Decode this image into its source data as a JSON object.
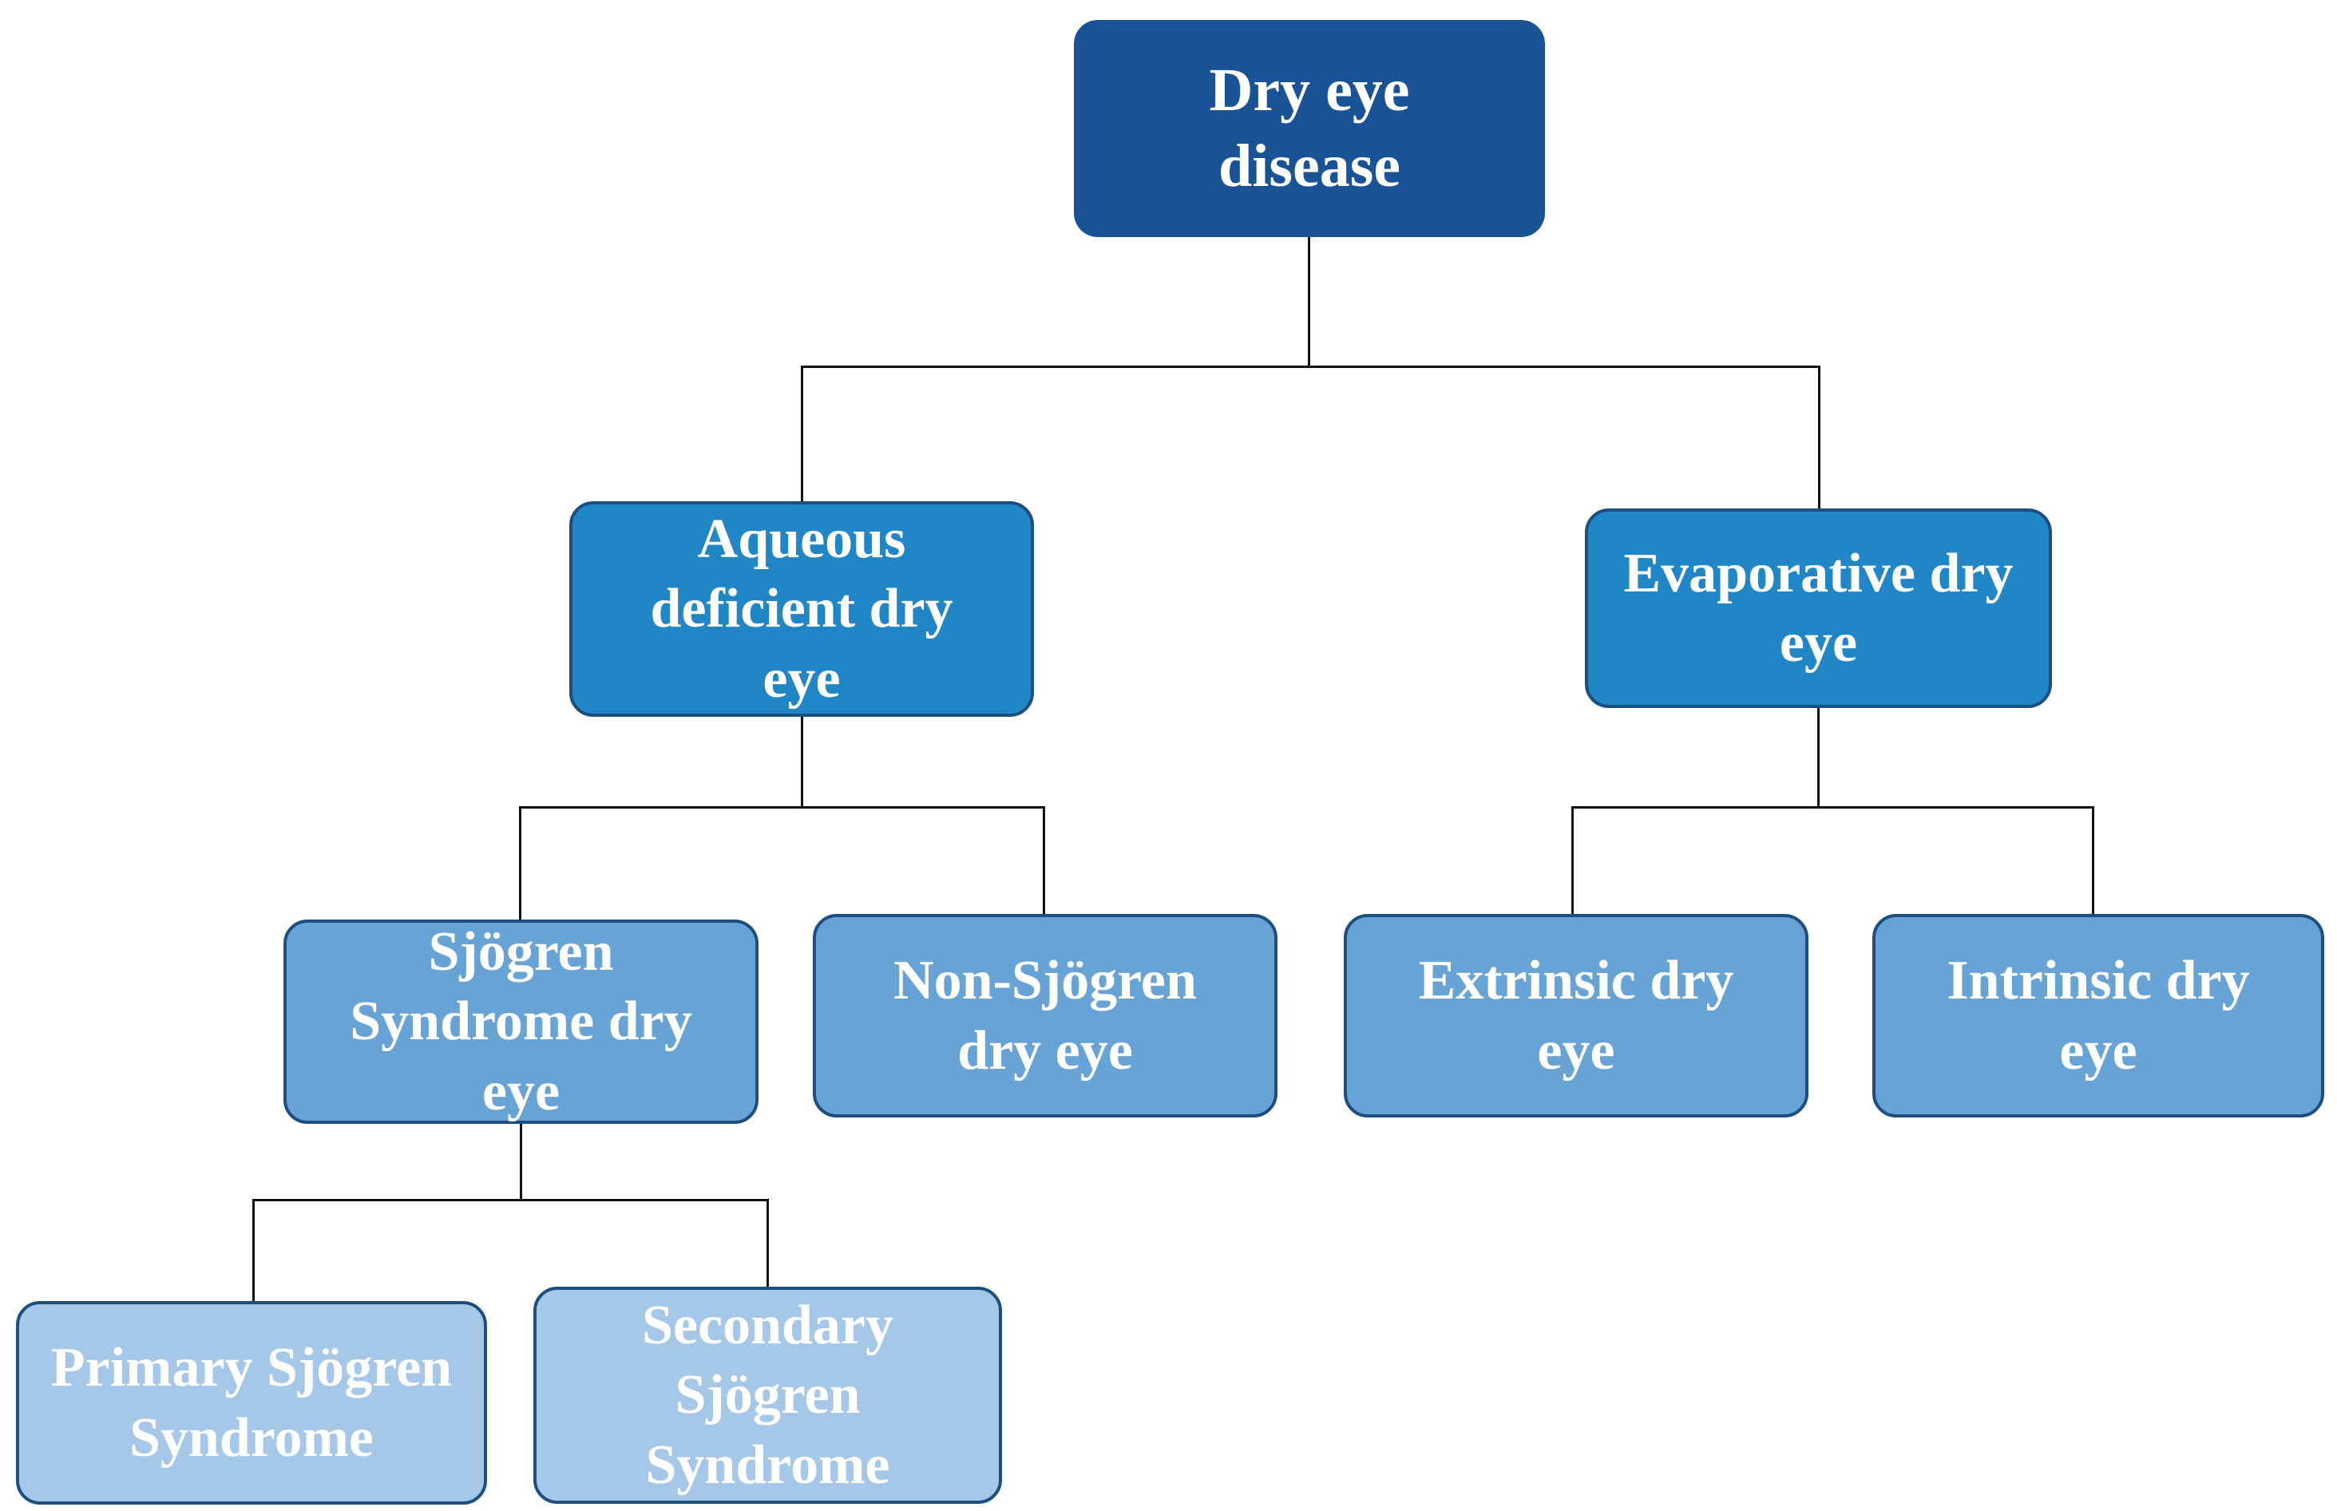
{
  "diagram": {
    "nodes": {
      "root": {
        "label": "Dry eye\ndisease",
        "level": 1
      },
      "aqueous": {
        "label": "Aqueous\ndeficient dry\neye",
        "level": 2
      },
      "evaporative": {
        "label": "Evaporative dry\neye",
        "level": 2
      },
      "sjogren": {
        "label": "Sjögren\nSyndrome dry\neye",
        "level": 3
      },
      "non_sjogren": {
        "label": "Non-Sjögren\ndry eye",
        "level": 3
      },
      "extrinsic": {
        "label": "Extrinsic dry\neye",
        "level": 3
      },
      "intrinsic": {
        "label": "Intrinsic dry\neye",
        "level": 3
      },
      "primary_sjogren": {
        "label": "Primary Sjögren\nSyndrome",
        "level": 4
      },
      "secondary_sjogren": {
        "label": "Secondary\nSjögren\nSyndrome",
        "level": 4
      }
    },
    "edges": [
      {
        "from": "root",
        "to": "aqueous"
      },
      {
        "from": "root",
        "to": "evaporative"
      },
      {
        "from": "aqueous",
        "to": "sjogren"
      },
      {
        "from": "aqueous",
        "to": "non_sjogren"
      },
      {
        "from": "evaporative",
        "to": "extrinsic"
      },
      {
        "from": "evaporative",
        "to": "intrinsic"
      },
      {
        "from": "sjogren",
        "to": "primary_sjogren"
      },
      {
        "from": "sjogren",
        "to": "secondary_sjogren"
      }
    ],
    "colors": {
      "level1_fill": "#1A5296",
      "level2_fill": "#2186C6",
      "level3_fill": "#68A3D6",
      "level4_fill": "#A5C8E9",
      "box_border": "#1C4E80",
      "text": "#FFFFFF",
      "connector": "#111111",
      "background": "#FFFFFF"
    }
  }
}
